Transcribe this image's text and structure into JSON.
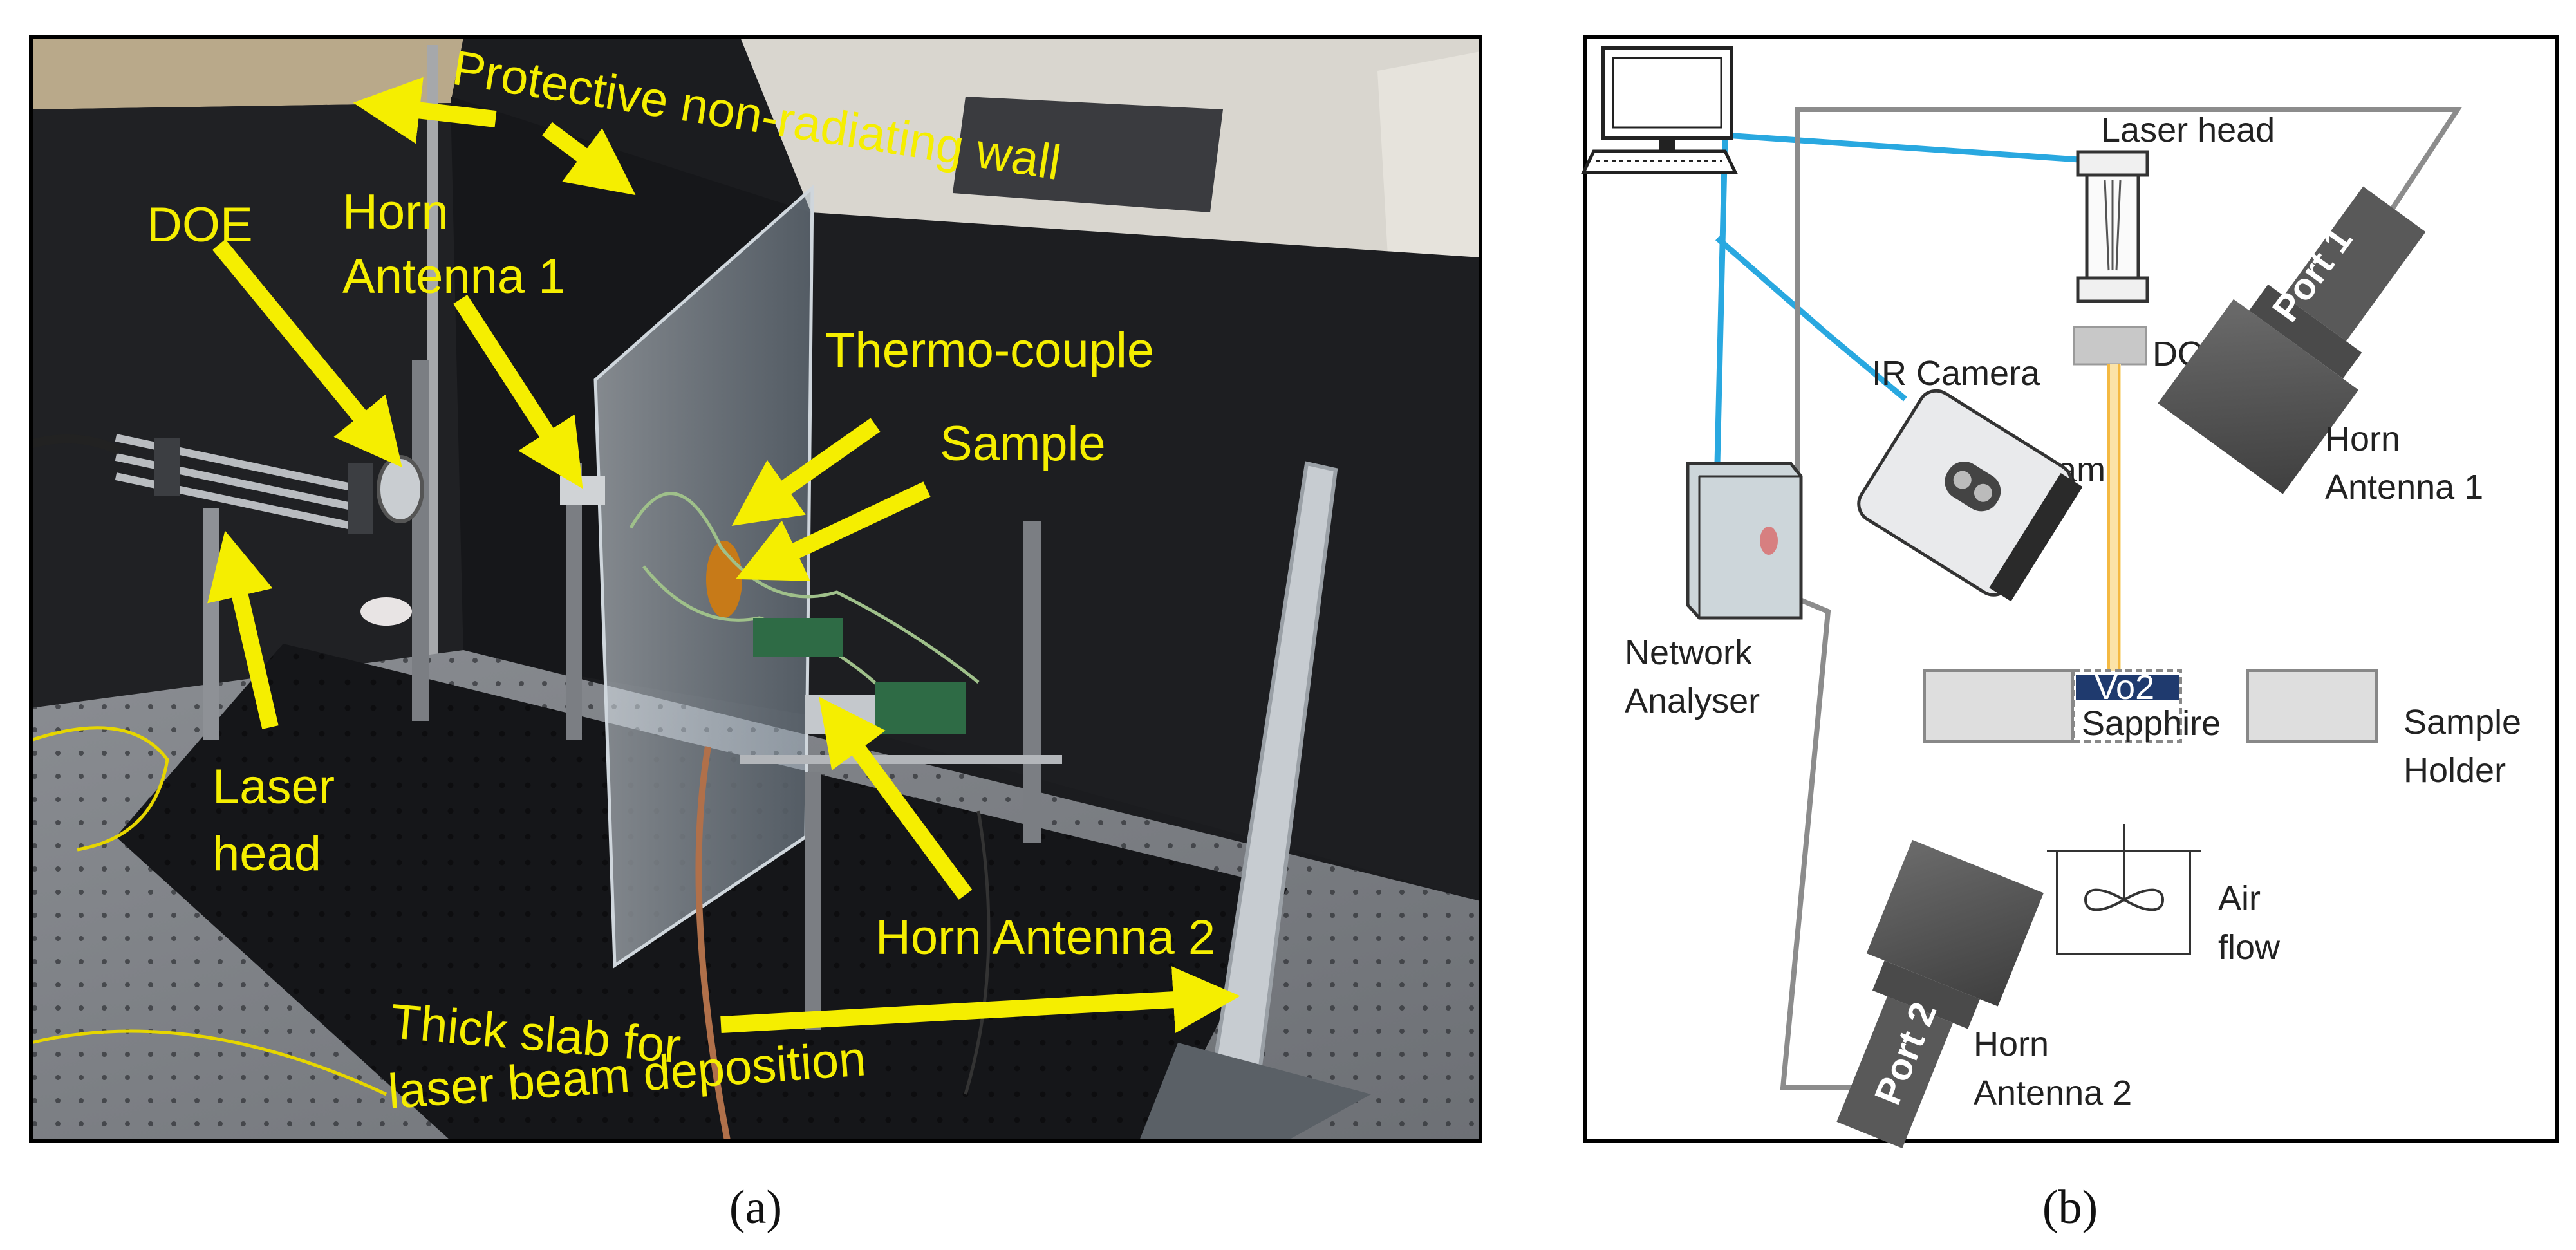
{
  "panel_a": {
    "caption": "(a)",
    "labels": {
      "protective_wall": "Protective non-radiating wall",
      "doe": "DOE",
      "horn1_line1": "Horn",
      "horn1_line2": "Antenna 1",
      "thermocouple": "Thermo-couple",
      "sample": "Sample",
      "laser_line1": "Laser",
      "laser_line2": "head",
      "horn2": "Horn Antenna 2",
      "slab_line1": "Thick slab for",
      "slab_line2": "laser beam deposition"
    }
  },
  "panel_b": {
    "caption": "(b)",
    "labels": {
      "laser_head": "Laser head",
      "doe": "DOE",
      "ir_camera": "IR  Camera",
      "beam": "Beam",
      "port1": "Port 1",
      "horn1_line1": "Horn",
      "horn1_line2": "Antenna 1",
      "na_line1": "Network",
      "na_line2": "Analyser",
      "vo2": "Vo2",
      "sapphire": "Sapphire",
      "holder_line1": "Sample",
      "holder_line2": "Holder",
      "air_line1": "Air",
      "air_line2": "flow",
      "port2": "Port 2",
      "horn2_line1": "Horn",
      "horn2_line2": "Antenna 2"
    }
  },
  "colors": {
    "annotation_yellow": "#f5ee00",
    "cable_blue": "#29a8e0",
    "cable_grey": "#8c8c8c",
    "beam_orange": "#f4b942",
    "vo2_navy": "#1f3a6e"
  }
}
